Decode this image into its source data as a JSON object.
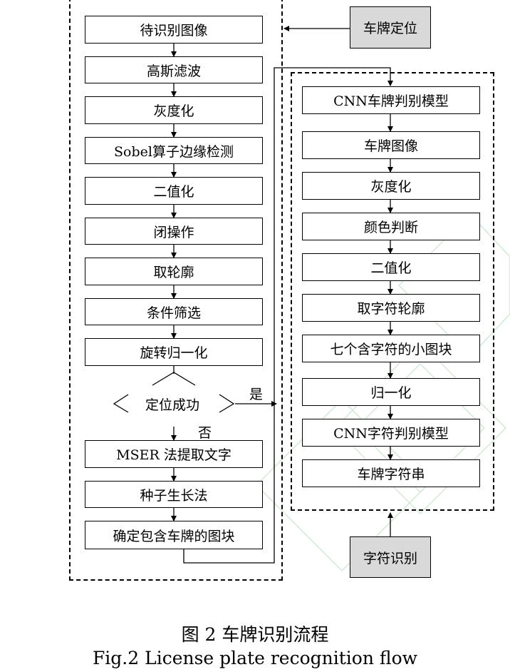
{
  "left_steps": [
    "待识别图像",
    "高斯滤波",
    "灰度化",
    "Sobel算子边缘检测",
    "二值化",
    "闭操作",
    "取轮廓",
    "条件筛选",
    "旋转归一化"
  ],
  "decision": "定位成功",
  "yes_label": "是",
  "no_label": "否",
  "left_fallback_steps": [
    "MSER 法提取文字",
    "种子生长法",
    "确定包含车牌的图块"
  ],
  "plate_locate_label": "车牌定位",
  "right_steps": [
    "CNN车牌判别模型",
    "车牌图像",
    "灰度化",
    "颜色判断",
    "二值化",
    "取字符轮廓",
    "七个含字符的小图块",
    "归一化",
    "CNN字符判别模型",
    "车牌字符串"
  ],
  "char_recog_label": "字符识别",
  "caption_cn": "图 2  车牌识别流程",
  "caption_en": "Fig.2 License plate recognition flow"
}
